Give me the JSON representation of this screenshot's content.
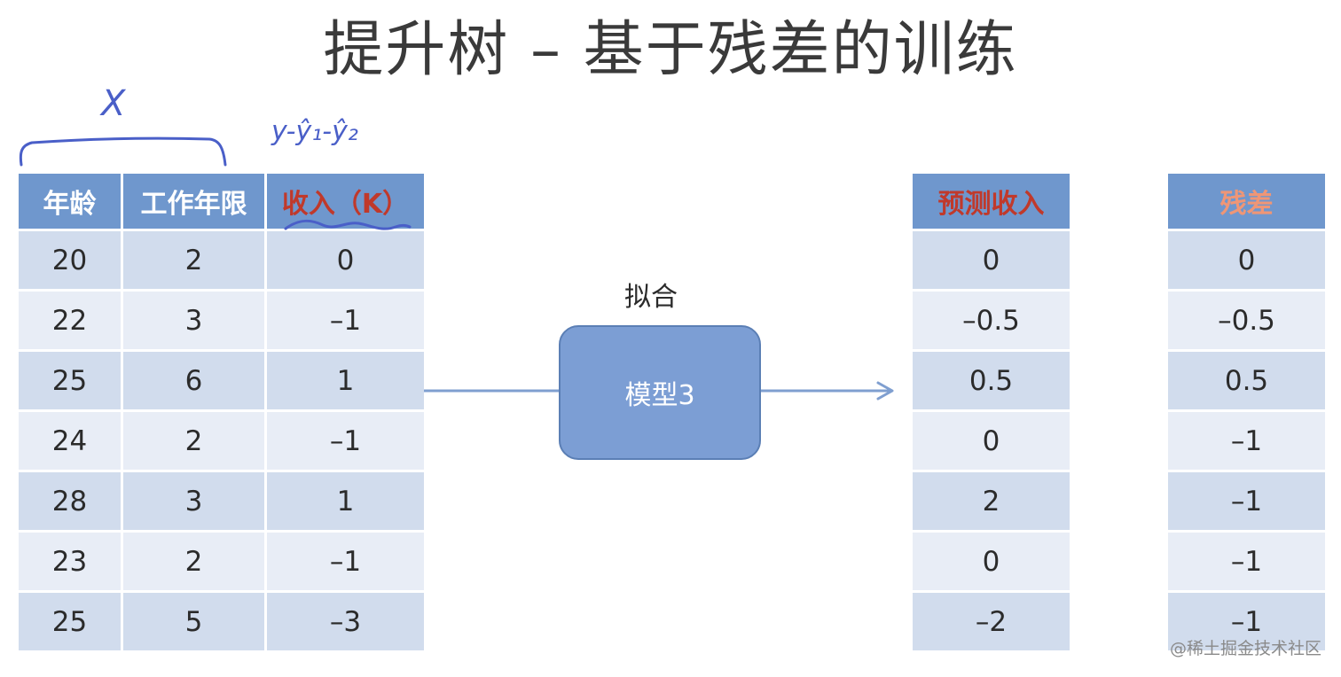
{
  "title": "提升树 – 基于残差的训练",
  "input_table": {
    "headers": [
      "年龄",
      "工作年限",
      "收入（K）"
    ],
    "rows": [
      [
        "20",
        "2",
        "0"
      ],
      [
        "22",
        "3",
        "–1"
      ],
      [
        "25",
        "6",
        "1"
      ],
      [
        "24",
        "2",
        "–1"
      ],
      [
        "28",
        "3",
        "1"
      ],
      [
        "23",
        "2",
        "–1"
      ],
      [
        "25",
        "5",
        "–3"
      ]
    ]
  },
  "fit_label": "拟合",
  "model_label": "模型3",
  "pred_table": {
    "header": "预测收入",
    "values": [
      "0",
      "–0.5",
      "0.5",
      "0",
      "2",
      "0",
      "–2"
    ]
  },
  "resid_table": {
    "header": "残差",
    "values": [
      "0",
      "–0.5",
      "0.5",
      "–1",
      "–1",
      "–1",
      "–1"
    ]
  },
  "annotations": {
    "x_mark": "X",
    "formula": "y-ŷ₁-ŷ₂"
  },
  "watermark": "@稀土掘金技术社区",
  "colors": {
    "header_bg": "#6f97cd",
    "row_dark": "#d1dced",
    "row_light": "#e8edf6",
    "model_box": "#7c9ed4",
    "ink": "#4a5fc8",
    "income_header": "#c0392b",
    "residual_header": "#ef9676"
  }
}
